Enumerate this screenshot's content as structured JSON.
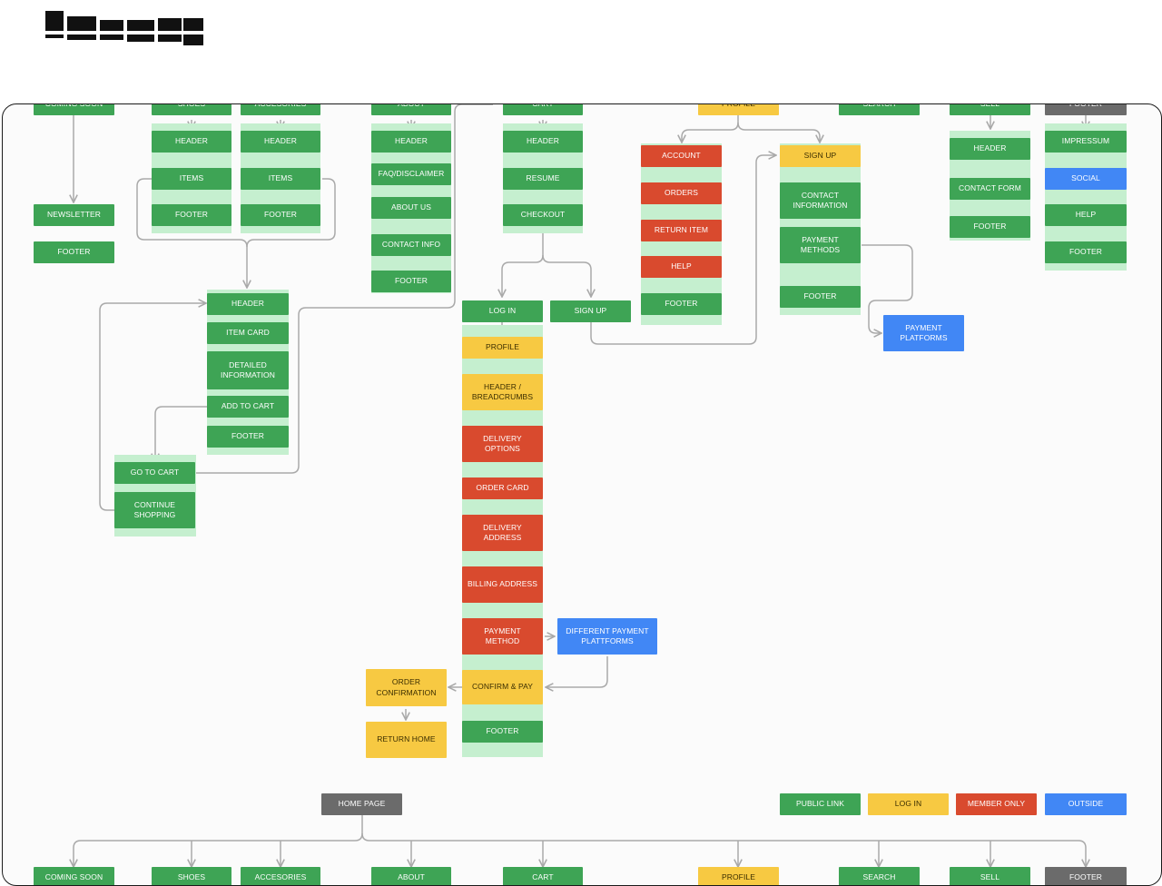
{
  "colors": {
    "public_link": "#3ea455",
    "log_in": "#f7c942",
    "member_only": "#d94a2e",
    "outside": "#4187f5",
    "neutral": "#6b6b6b",
    "column_background": "#c5efcf",
    "connector": "#a9a9a9"
  },
  "legend": {
    "public_link": "PUBLIC LINK",
    "log_in": "LOG IN",
    "member_only": "MEMBER ONLY",
    "outside": "OUTSIDE"
  },
  "home": {
    "home_page": "HOME PAGE"
  },
  "top_sections": {
    "coming_soon": "COMING SOON",
    "shoes": "SHOES",
    "accesories": "ACCESORIES",
    "about": "ABOUT",
    "cart": "CART",
    "profile": "PROFILE",
    "search": "SEARCH",
    "sell": "SELL",
    "footer": "FOOTER"
  },
  "bottom_sections": {
    "coming_soon": "COMING SOON",
    "shoes": "SHOES",
    "accesories": "ACCESORIES",
    "about": "ABOUT",
    "cart": "CART",
    "profile": "PROFILE",
    "search": "SEARCH",
    "sell": "SELL",
    "footer": "FOOTER"
  },
  "coming_soon": {
    "newsletter": "NEWSLETTER",
    "footer": "FOOTER"
  },
  "shoes": {
    "header": "HEADER",
    "items": "ITEMS",
    "footer": "FOOTER"
  },
  "accesories": {
    "header": "HEADER",
    "items": "ITEMS",
    "footer": "FOOTER"
  },
  "product": {
    "header": "HEADER",
    "item_card": "ITEM CARD",
    "detailed_information": "DETAILED\nINFORMATION",
    "add_to_cart": "ADD TO CART",
    "footer": "FOOTER",
    "go_to_cart": "GO TO CART",
    "continue_shopping": "CONTINUE\nSHOPPING"
  },
  "about": {
    "header": "HEADER",
    "faq": "FAQ/DISCLAIMER",
    "about_us": "ABOUT US",
    "contact_info": "CONTACT INFO",
    "footer": "FOOTER"
  },
  "cart": {
    "header": "HEADER",
    "resume": "RESUME",
    "checkout": "CHECKOUT"
  },
  "checkout": {
    "log_in": "LOG IN",
    "sign_up": "SIGN UP",
    "profile": "PROFILE",
    "header_breadcrumbs": "HEADER /\nBREADCRUMBS",
    "delivery_options": "DELIVERY\nOPTIONS",
    "order_card": "ORDER CARD",
    "delivery_address": "DELIVERY\nADDRESS",
    "billing_address": "BILLING ADDRESS",
    "payment_method": "PAYMENT\nMETHOD",
    "different_payment": "DIFFERENT PAYMENT\nPLATTFORMS",
    "confirm_pay": "CONFIRM & PAY",
    "footer": "FOOTER",
    "order_confirmation": "ORDER\nCONFIRMATION",
    "return_home": "RETURN HOME"
  },
  "profile_menu": {
    "account": "ACCOUNT",
    "orders": "ORDERS",
    "return_item": "RETURN ITEM",
    "help": "HELP",
    "footer": "FOOTER"
  },
  "signup": {
    "sign_up": "SIGN UP",
    "contact_information": "CONTACT\nINFORMATION",
    "payment_methods": "PAYMENT\nMETHODS",
    "footer": "FOOTER",
    "payment_platforms": "PAYMENT\nPLATFORMS"
  },
  "sell": {
    "header": "HEADER",
    "contact_form": "CONTACT FORM",
    "footer": "FOOTER"
  },
  "footer_section": {
    "impressum": "IMPRESSUM",
    "social": "SOCIAL",
    "help": "HELP",
    "footer": "FOOTER"
  }
}
